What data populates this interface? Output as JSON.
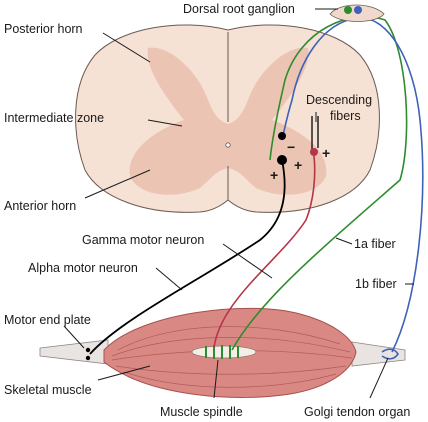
{
  "labels": {
    "dorsal_root_ganglion": "Dorsal root ganglion",
    "posterior_horn": "Posterior horn",
    "intermediate_zone": "Intermediate zone",
    "descending_fibers_line1": "Descending",
    "descending_fibers_line2": "fibers",
    "anterior_horn": "Anterior horn",
    "gamma_motor_neuron": "Gamma motor neuron",
    "alpha_motor_neuron": "Alpha motor neuron",
    "fiber_1a": "1a fiber",
    "fiber_1b": "1b fiber",
    "motor_end_plate": "Motor end plate",
    "skeletal_muscle": "Skeletal muscle",
    "muscle_spindle": "Muscle spindle",
    "golgi_tendon_organ": "Golgi tendon organ"
  },
  "synapse_signs": {
    "minus": "−",
    "plus": "+"
  },
  "colors": {
    "spinal_cord_white_matter": "#f6e1d5",
    "spinal_cord_gray_matter": "#ecc4b3",
    "cord_outline": "#6b5a52",
    "alpha_motor_fiber": "#000000",
    "gamma_motor_fiber": "#b5354a",
    "sensory_1a_fiber": "#2e8b2e",
    "sensory_1b_fiber": "#3f62b8",
    "muscle": "#d98884",
    "muscle_striation": "#b05a5a",
    "tendon": "#e9e4e2",
    "excitatory_sign": "#2e8b2e",
    "inhibitory_sign": "#b5354a"
  }
}
